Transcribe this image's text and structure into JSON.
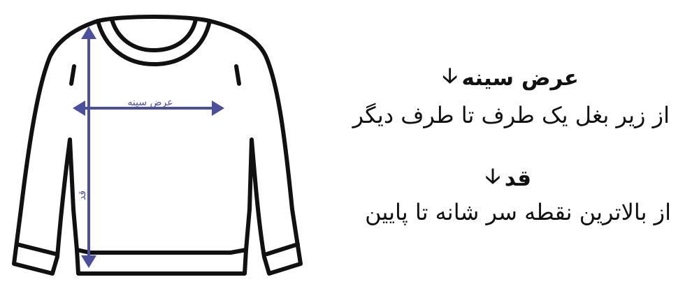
{
  "figure": {
    "chest_label": "عرض سینه",
    "length_label": "قد",
    "measure_color": "#4b4f9e",
    "outline_color": "#111111",
    "garment_icon": "sweatshirt-outline"
  },
  "measurements": [
    {
      "title": "عرض سینه",
      "arrow": "🡣",
      "description": "از زیر بغل یک طرف تا طرف دیگر"
    },
    {
      "title": "قد",
      "arrow": "🡣",
      "description": "از بالاترین نقطه سر شانه تا پایین"
    }
  ]
}
